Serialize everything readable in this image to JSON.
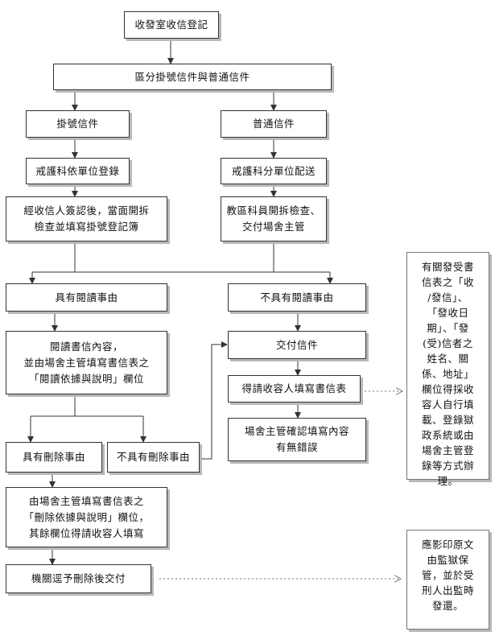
{
  "flow": {
    "start": "收發室收信登記",
    "classify": "區分掛號信件與普通信件",
    "registered": "掛號信件",
    "ordinary": "普通信件",
    "reg_step1": "戒護科依單位登錄",
    "ord_step1": "戒護科分單位配送",
    "reg_step2": "經收信人簽認後，當面開拆\n檢查並填寫掛號登記簿",
    "ord_step2": "教區科員開拆檢查、\n交付場舍主管",
    "has_reason": "具有閱讀事由",
    "no_reason": "不具有閱讀事由",
    "read_content": "閱讀書信內容，\n並由場舍主管填寫書信表之\n「閱讀依據與說明」欄位",
    "deliver": "交付信件",
    "recipient_fill": "得請收容人填寫書信表",
    "supervisor_confirm": "場舍主管確認填寫內容\n有無錯誤",
    "has_delete": "具有刪除事由",
    "no_delete": "不具有刪除事由",
    "fill_delete": "由場舍主管填寫書信表之\n「刪除依據與說明」欄位，\n其餘欄位得請收容人填寫",
    "delete_deliver": "機關逕予刪除後交付"
  },
  "notes": {
    "form_note": "有關發受書\n信表之「收\n/發信」、\n「發收日\n期」、「發\n(受)信者之\n姓名、關\n係、地址」\n欄位得採收\n容人自行填\n載、登錄獄\n政系統或由\n場舍主管登\n錄等方式辦\n理。",
    "copy_note": "應影印原文\n由監獄保\n管，並於受\n刑人出監時\n發還。"
  }
}
